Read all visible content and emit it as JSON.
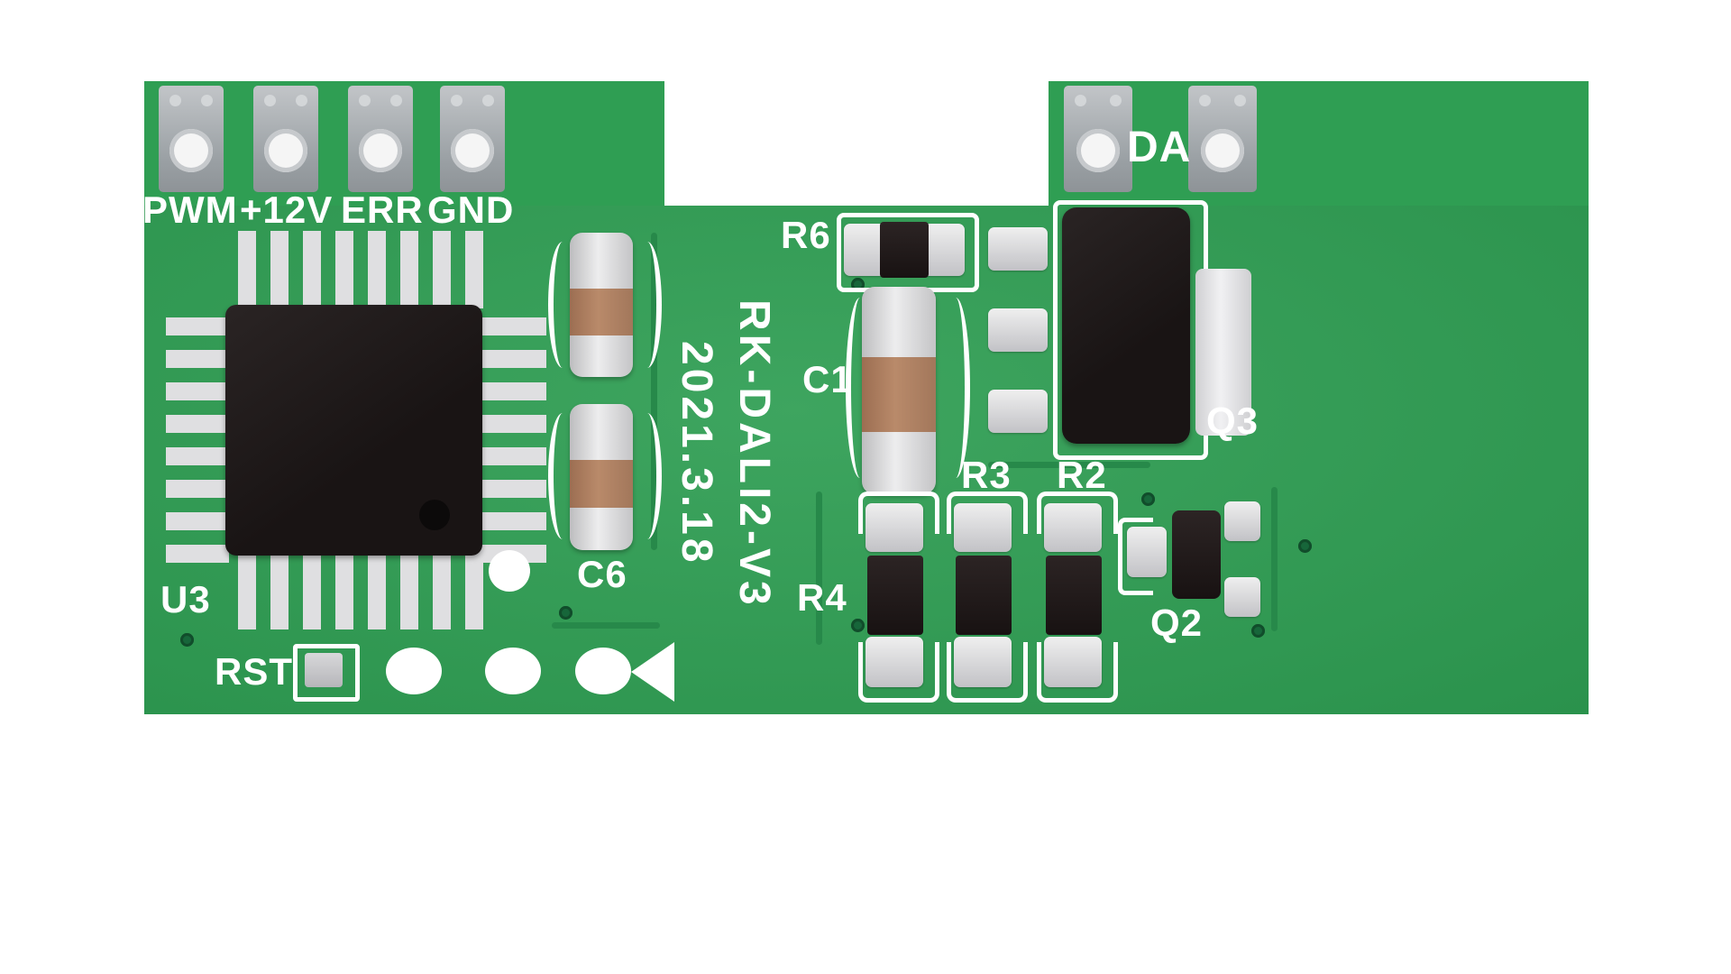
{
  "board": {
    "title": "RK-DALI2-V3",
    "date": "2021.3.18",
    "colors": {
      "board_green": "#2f9e53",
      "trace_green": "#27894a",
      "silkscreen": "#ffffff",
      "pad_gray": "#c2c2c6",
      "component_black": "#1c1616",
      "cap_tan": "#b98a6a"
    },
    "connectors_left": [
      {
        "label": "PWM"
      },
      {
        "label": "+12V"
      },
      {
        "label": "ERR"
      },
      {
        "label": "GND"
      }
    ],
    "connector_right_label": "DA",
    "labels": {
      "u3": "U3",
      "rst": "RST",
      "c6": "C6",
      "c1": "C1",
      "r6": "R6",
      "r3": "R3",
      "r2": "R2",
      "r4": "R4",
      "q3": "Q3",
      "q2": "Q2"
    }
  }
}
